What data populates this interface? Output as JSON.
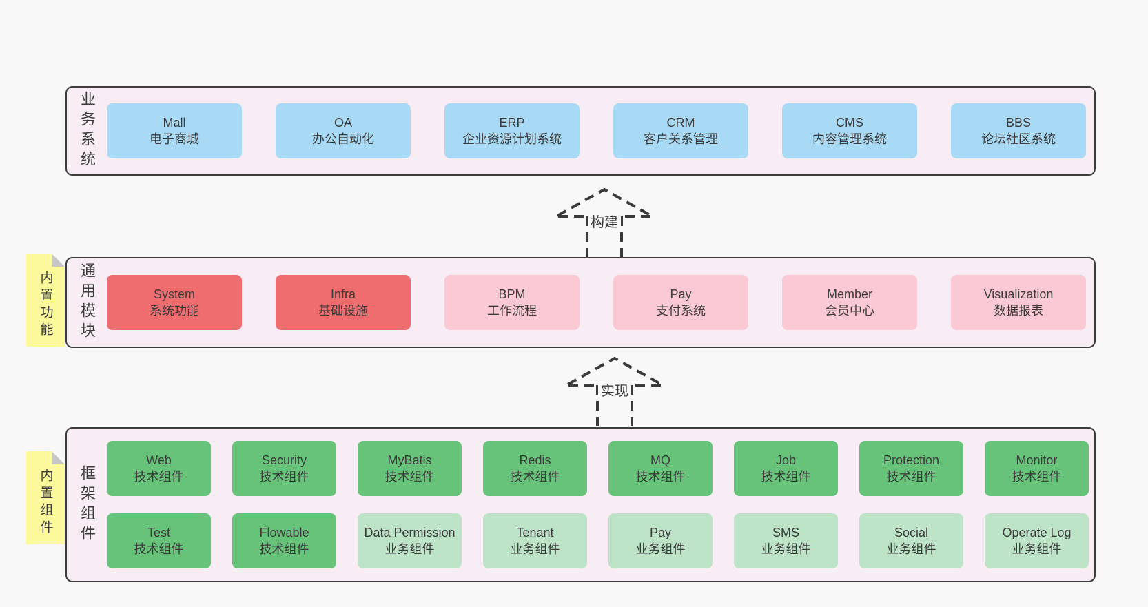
{
  "colors": {
    "page_bg": "#f8f8f8",
    "layer_bg": "#f8edf5",
    "layer_border": "#3d3d3d",
    "box_blue": "#a9daf5",
    "box_red": "#ef6c6f",
    "box_pink": "#fac9d3",
    "box_green": "#67c379",
    "box_green_light": "#bde4c7",
    "note_yellow": "#fbf99c",
    "note_fold_grey": "#c6c6c6",
    "text": "#3b3b3b"
  },
  "arrows": [
    {
      "label": "构建"
    },
    {
      "label": "实现"
    }
  ],
  "layers": [
    {
      "label": "业务系统",
      "boxes": [
        {
          "name": "Mall",
          "desc": "电子商城"
        },
        {
          "name": "OA",
          "desc": "办公自动化"
        },
        {
          "name": "ERP",
          "desc": "企业资源计划系统"
        },
        {
          "name": "CRM",
          "desc": "客户关系管理"
        },
        {
          "name": "CMS",
          "desc": "内容管理系统"
        },
        {
          "name": "BBS",
          "desc": "论坛社区系统"
        }
      ]
    },
    {
      "label": "通用模块",
      "note": "内置功能",
      "boxes": [
        {
          "name": "System",
          "desc": "系统功能"
        },
        {
          "name": "Infra",
          "desc": "基础设施"
        },
        {
          "name": "BPM",
          "desc": "工作流程"
        },
        {
          "name": "Pay",
          "desc": "支付系统"
        },
        {
          "name": "Member",
          "desc": "会员中心"
        },
        {
          "name": "Visualization",
          "desc": "数据报表"
        }
      ]
    },
    {
      "label": "框架组件",
      "note": "内置组件",
      "rows": [
        [
          {
            "name": "Web",
            "desc": "技术组件"
          },
          {
            "name": "Security",
            "desc": "技术组件"
          },
          {
            "name": "MyBatis",
            "desc": "技术组件"
          },
          {
            "name": "Redis",
            "desc": "技术组件"
          },
          {
            "name": "MQ",
            "desc": "技术组件"
          },
          {
            "name": "Job",
            "desc": "技术组件"
          },
          {
            "name": "Protection",
            "desc": "技术组件"
          },
          {
            "name": "Monitor",
            "desc": "技术组件"
          }
        ],
        [
          {
            "name": "Test",
            "desc": "技术组件"
          },
          {
            "name": "Flowable",
            "desc": "技术组件"
          },
          {
            "name": "Data Permission",
            "desc": "业务组件"
          },
          {
            "name": "Tenant",
            "desc": "业务组件"
          },
          {
            "name": "Pay",
            "desc": "业务组件"
          },
          {
            "name": "SMS",
            "desc": "业务组件"
          },
          {
            "name": "Social",
            "desc": "业务组件"
          },
          {
            "name": "Operate Log",
            "desc": "业务组件"
          }
        ]
      ]
    }
  ]
}
